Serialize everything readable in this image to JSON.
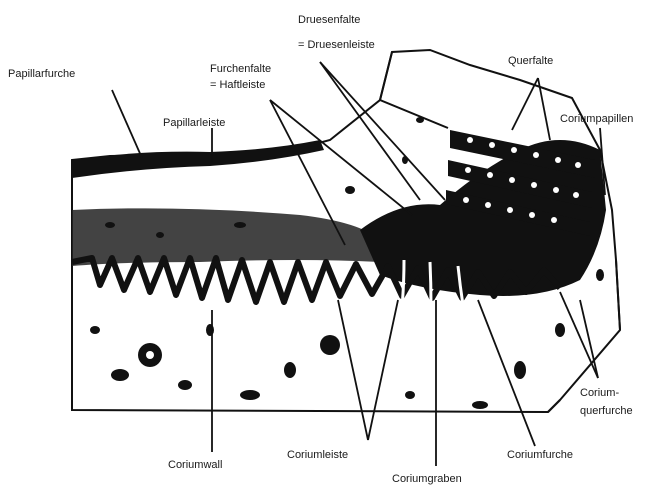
{
  "diagram": {
    "labels": {
      "papillarfurche": "Papillarfurche",
      "papillarleiste": "Papillarleiste",
      "furchenfalte_1": "Furchenfalte",
      "furchenfalte_2": "= Haftleiste",
      "druesenfalte_1": "Druesenfalte",
      "druesenfalte_2": "= Druesenleiste",
      "querfalte": "Querfalte",
      "coriumpapillen": "Coriumpapillen",
      "coriumquerfurche_1": "Corium-",
      "coriumquerfurche_2": "querfurche",
      "coriumfurche": "Coriumfurche",
      "coriumgraben": "Coriumgraben",
      "coriumleiste": "Coriumleiste",
      "coriumwall": "Coriumwall"
    },
    "colors": {
      "ink": "#111111",
      "paper": "#ffffff"
    }
  }
}
